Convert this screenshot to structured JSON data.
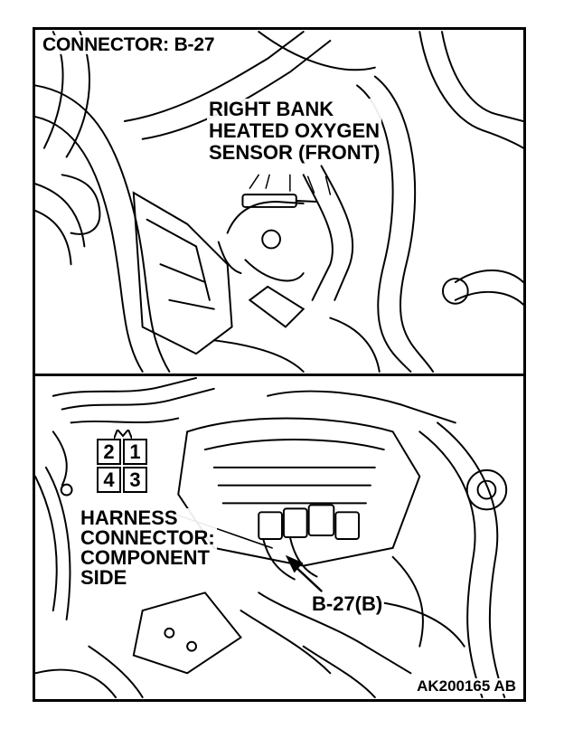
{
  "title": "CONNECTOR: B-27",
  "sensor_label": [
    "RIGHT BANK",
    "HEATED OXYGEN",
    "SENSOR (FRONT)"
  ],
  "harness_label": [
    "HARNESS",
    "CONNECTOR:",
    "COMPONENT",
    "SIDE"
  ],
  "connector_pins": {
    "top_left": "2",
    "top_right": "1",
    "bottom_left": "4",
    "bottom_right": "3"
  },
  "callout": "B-27(B)",
  "figure_id": "AK200165 AB"
}
